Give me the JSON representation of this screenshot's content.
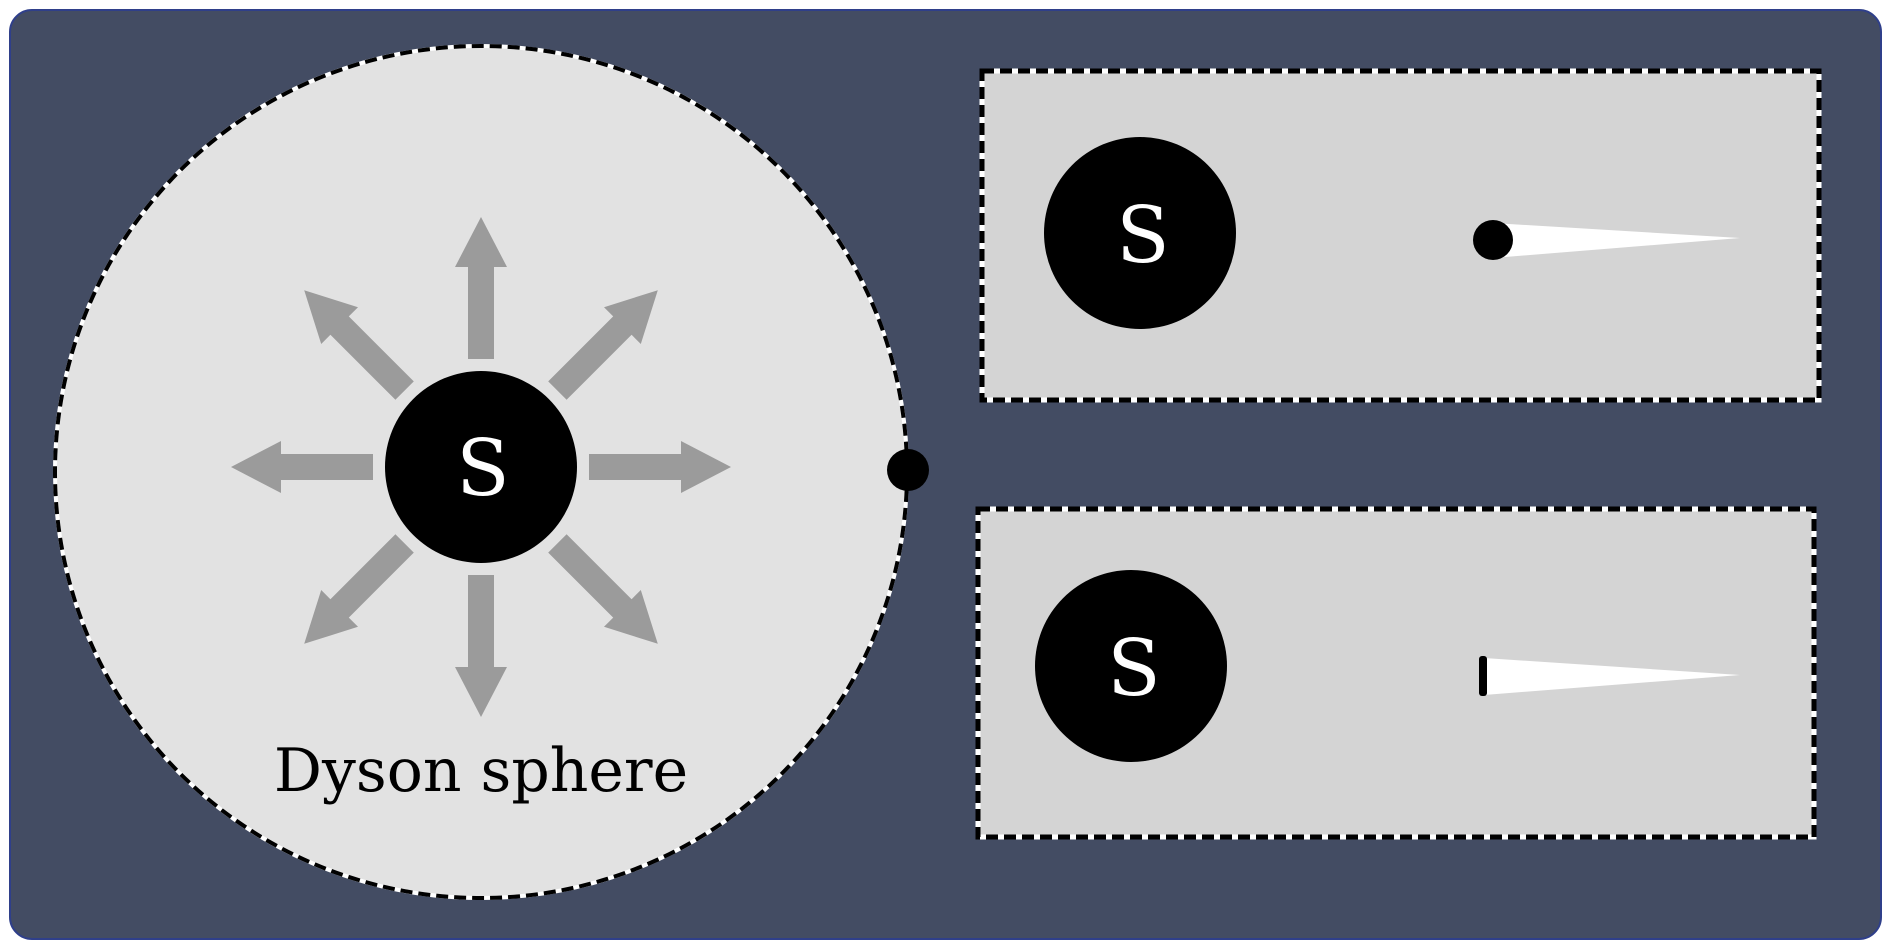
{
  "colors": {
    "background": "#434c63",
    "background_border": "#2f3f8a",
    "sphere_fill": "#e2e2e2",
    "panel_fill": "#d4d4d4",
    "star_fill": "#000000",
    "star_text": "#ffffff",
    "arrow_fill": "#9b9b9b",
    "beam_fill": "#ffffff",
    "dash_dark": "#000000",
    "dash_light": "#ffffff"
  },
  "dyson": {
    "star_label": "S",
    "caption": "Dyson sphere"
  },
  "panels": [
    {
      "star_label": "S",
      "object": "dot-with-beam"
    },
    {
      "star_label": "S",
      "object": "bar-with-beam"
    }
  ]
}
